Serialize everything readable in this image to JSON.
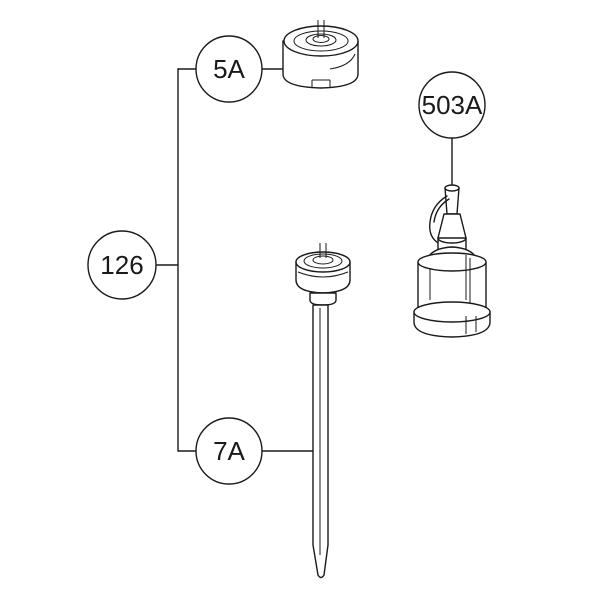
{
  "diagram": {
    "callouts": {
      "assembly": "126",
      "cap": "5A",
      "needle": "7A",
      "cup": "503A"
    },
    "colors": {
      "line": "#1a1a1a",
      "background": "#ffffff"
    }
  }
}
